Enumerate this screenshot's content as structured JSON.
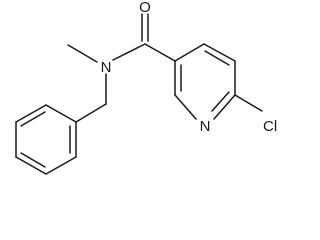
{
  "atoms": {
    "oxygen": "O",
    "amide_nitrogen": "N",
    "ring_nitrogen": "N",
    "chlorine": "Cl"
  }
}
